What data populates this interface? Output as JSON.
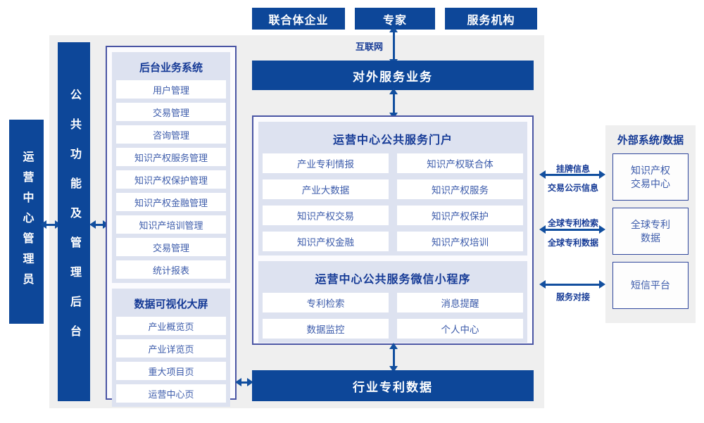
{
  "colors": {
    "navy": "#0d4799",
    "arrow": "#124f9f",
    "box_border": "#4a55a4",
    "lavender_panel": "#dde2f0",
    "gray_panel": "#efefef",
    "item_text": "#3d5cab"
  },
  "top_actors": [
    {
      "label": "联合体企业"
    },
    {
      "label": "专家"
    },
    {
      "label": "服务机构"
    }
  ],
  "internet_label": "互联网",
  "external_service_bar": "对外服务业务",
  "admin_bar": "运营中心管理员",
  "backend_functions_bar": "公共功能及管理后台",
  "left_panel": {
    "backend_system": {
      "title": "后台业务系统",
      "items": [
        "用户管理",
        "交易管理",
        "咨询管理",
        "知识产权服务管理",
        "知识产权保护管理",
        "知识产权金融管理",
        "知识产培训管理",
        "交易管理",
        "统计报表"
      ]
    },
    "dataviz": {
      "title": "数据可视化大屏",
      "items": [
        "产业概览页",
        "产业详览页",
        "重大项目页",
        "运营中心页"
      ]
    }
  },
  "center": {
    "portal": {
      "title": "运营中心公共服务门户",
      "items": [
        "产业专利情报",
        "知识产权联合体",
        "产业大数据",
        "知识产权服务",
        "知识产权交易",
        "知识产权保护",
        "知识产权金融",
        "知识产权培训"
      ]
    },
    "miniprogram": {
      "title": "运营中心公共服务微信小程序",
      "items": [
        "专利检索",
        "消息提醒",
        "数据监控",
        "个人中心"
      ]
    }
  },
  "industry_patent_bar": "行业专利数据",
  "external_panel": {
    "title": "外部系统/数据",
    "boxes": [
      {
        "line1": "知识产权",
        "line2": "交易中心"
      },
      {
        "line1": "全球专利",
        "line2": "数据"
      },
      {
        "line1": "短信平台",
        "line2": ""
      }
    ]
  },
  "connectors": [
    {
      "label_top": "挂牌信息",
      "label_bottom": "交易公示信息"
    },
    {
      "label_top": "全球专利检索",
      "label_bottom": "全球专利数据"
    },
    {
      "label_top": "",
      "label_bottom": "服务对接"
    }
  ]
}
